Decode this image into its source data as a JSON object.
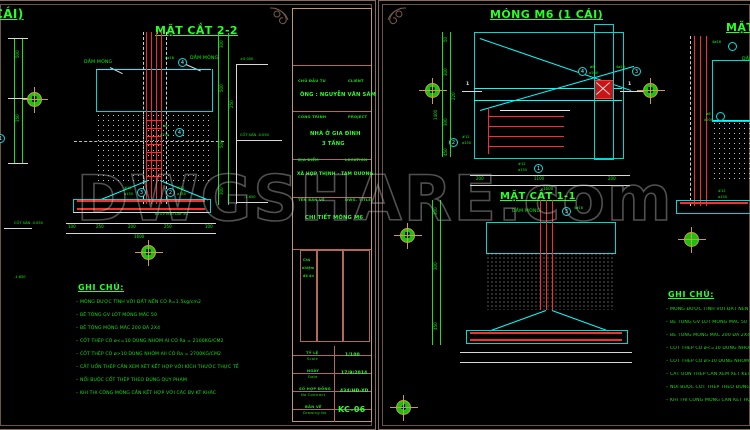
{
  "app": {
    "background": "#000000",
    "accent_green": "#00ff00",
    "accent_cyan": "#00ffff",
    "accent_red": "#ff2b2b",
    "border_color": "#8a6a5a"
  },
  "watermark": {
    "text": "DWGSHARE.com"
  },
  "left_sheet": {
    "partial_title_left": "CÁI)",
    "drawing_title": "MẶT CẮT 2-2",
    "labels": {
      "beam_left": "DẦM MÓNG",
      "beam_right": "DẦM MÓNG",
      "bar_top": "4ø18",
      "bar_stirrup": "ø8\na200",
      "bar_2": "#12\na150",
      "bar_1": "#12\na150",
      "blinding": "BTGV M50 DÀY 50"
    },
    "levels": [
      {
        "text": "±0.000"
      },
      {
        "text": "CỐT SÂN -0.050"
      },
      {
        "text": "-1.650"
      }
    ],
    "dimensions_vertical": [
      "300",
      "500",
      "250",
      "350",
      "500",
      "300",
      "200"
    ],
    "dimensions_horizontal": [
      "100",
      "250",
      "200",
      "250",
      "100",
      "1600"
    ],
    "bubbles": [
      "B",
      "1",
      "2",
      "3",
      "4"
    ]
  },
  "right_sheet": {
    "drawing_title": "MÓNG M6 (1 CÁI)",
    "section_title": "MẶT CẮT 1-1",
    "partial_title_right": "MẶT",
    "labels": {
      "beam": "DẦM MÓNG",
      "bar_3": "4ø18",
      "bar_4": "ø8\na200",
      "bar_1": "#12\na150",
      "bar_2": "#12\na150",
      "section_mark_left": "1",
      "section_mark_right": "1"
    },
    "dimensions_vertical": [
      "50",
      "300",
      "220",
      "300",
      "450",
      "1400"
    ],
    "dimensions_horizontal": [
      "200",
      "1100",
      "200",
      "1600"
    ],
    "bubbles": [
      "B",
      "B",
      "1",
      "2",
      "3",
      "4"
    ]
  },
  "notes": {
    "title": "GHI CHÚ:",
    "items": [
      "MÓNG ĐƯỢC TÍNH VỚI ĐẤT NỀN CÓ R=1.5kg/cm2",
      "BÊ TÔNG GV LÓT MÓNG MÁC 50",
      "BÊ TÔNG MÓNG MÁC 200 ĐÁ 2X4",
      "CỐT THÉP CÓ ø<=10 DÙNG NHÓM AI CÓ Ra = 2100KG/CM2",
      "CỐT THÉP CÓ ø>10 DÙNG NHÓM AII CÓ Ra = 2700KG/CM2",
      "CẮT UỐN THÉP CẦN XEM XÉT KẾT HỢP VỚI KÍCH THƯỚC THỰC TẾ",
      "NỐI BUỘC CỐT THÉP THEO ĐÚNG QUY PHẠM",
      "KHI THI CÔNG MÓNG CẦN KẾT HỢP VỚI CÁC BV KT KHÁC"
    ]
  },
  "title_block": {
    "rows": [
      {
        "caption_vi": "CHỦ ĐẦU TƯ",
        "caption_en": "CLIENT",
        "value": "ÔNG : NGUYỄN VĂN SÂM"
      },
      {
        "caption_vi": "CÔNG TRÌNH",
        "caption_en": "PROJECT",
        "value": "NHÀ Ở GIA ĐÌNH",
        "value2": "3 TẦNG"
      },
      {
        "caption_vi": "ĐỊA ĐIỂM",
        "caption_en": "LOCATION",
        "value": "XÃ HỢP THỊNH - TAM DƯƠNG"
      },
      {
        "caption_vi": "TÊN BẢN VẼ",
        "caption_en": "DWG. TITLE",
        "value": "CHI TIẾT MÓNG M6"
      }
    ],
    "stamp_label": "Chủ\nnhiệm\nđồ án",
    "fields": [
      {
        "caption_vi": "TỶ LỆ",
        "caption_en": "Scale",
        "value": "1/100"
      },
      {
        "caption_vi": "NGÀY",
        "caption_en": "Date",
        "value": "17/9/2014"
      },
      {
        "caption_vi": "SỐ HỢP ĐỒNG",
        "caption_en": "No Contract",
        "value": "434/HĐ-XD"
      },
      {
        "caption_vi": "BẢN VẼ",
        "caption_en": "Drawing No",
        "value": "KC-06"
      }
    ]
  }
}
